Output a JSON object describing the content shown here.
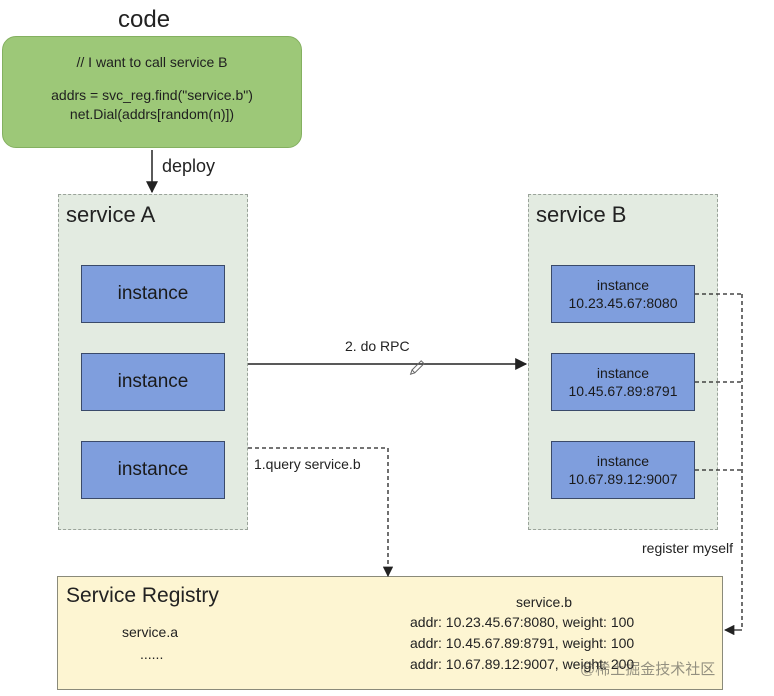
{
  "code_section": {
    "title": "code",
    "lines": [
      "// I want to call service B",
      "addrs = svc_reg.find(\"service.b\")",
      "net.Dial(addrs[random(n)])"
    ]
  },
  "deploy_label": "deploy",
  "service_a": {
    "label": "service A",
    "instances": [
      "instance",
      "instance",
      "instance"
    ]
  },
  "service_b": {
    "label": "service B",
    "instances": [
      {
        "name": "instance",
        "addr": "10.23.45.67:8080"
      },
      {
        "name": "instance",
        "addr": "10.45.67.89:8791"
      },
      {
        "name": "instance",
        "addr": "10.67.89.12:9007"
      }
    ]
  },
  "edges": {
    "rpc_label": "2. do RPC",
    "query_label": "1.query service.b",
    "register_label": "register myself"
  },
  "registry": {
    "title": "Service Registry",
    "service_a": "service.a",
    "ellipsis": "......",
    "service_b_title": "service.b",
    "entries": [
      "addr: 10.23.45.67:8080, weight: 100",
      "addr: 10.45.67.89:8791, weight: 100",
      "addr: 10.67.89.12:9007, weight: 200"
    ]
  },
  "watermark": "@稀土掘金技术社区"
}
